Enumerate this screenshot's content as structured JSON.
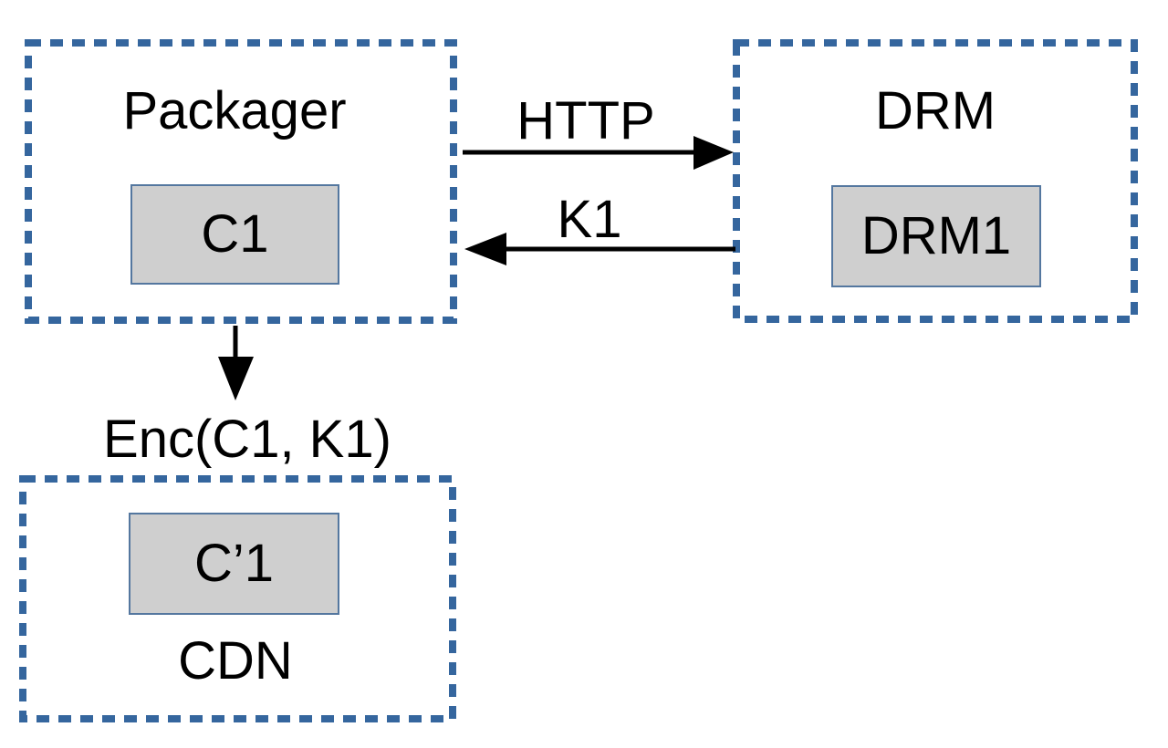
{
  "colors": {
    "canvas-bg": "#ffffff",
    "dash-blue": "#35669e",
    "chip-gray": "#cfcfcf",
    "chip-border": "#54779f",
    "ink": "#000000"
  },
  "nodes": {
    "packager": {
      "label": "Packager",
      "chip": "C1"
    },
    "drm": {
      "label": "DRM",
      "chip": "DRM1"
    },
    "cdn": {
      "label": "CDN",
      "chip": "C’1",
      "annotation": "Enc(C1, K1)"
    }
  },
  "arrows": [
    {
      "id": "http",
      "label": "HTTP",
      "from": "Packager",
      "to": "DRM"
    },
    {
      "id": "k1",
      "label": "K1",
      "from": "DRM",
      "to": "Packager"
    },
    {
      "id": "enc",
      "label": "",
      "from": "Packager",
      "to": "Enc(C1, K1)"
    }
  ]
}
